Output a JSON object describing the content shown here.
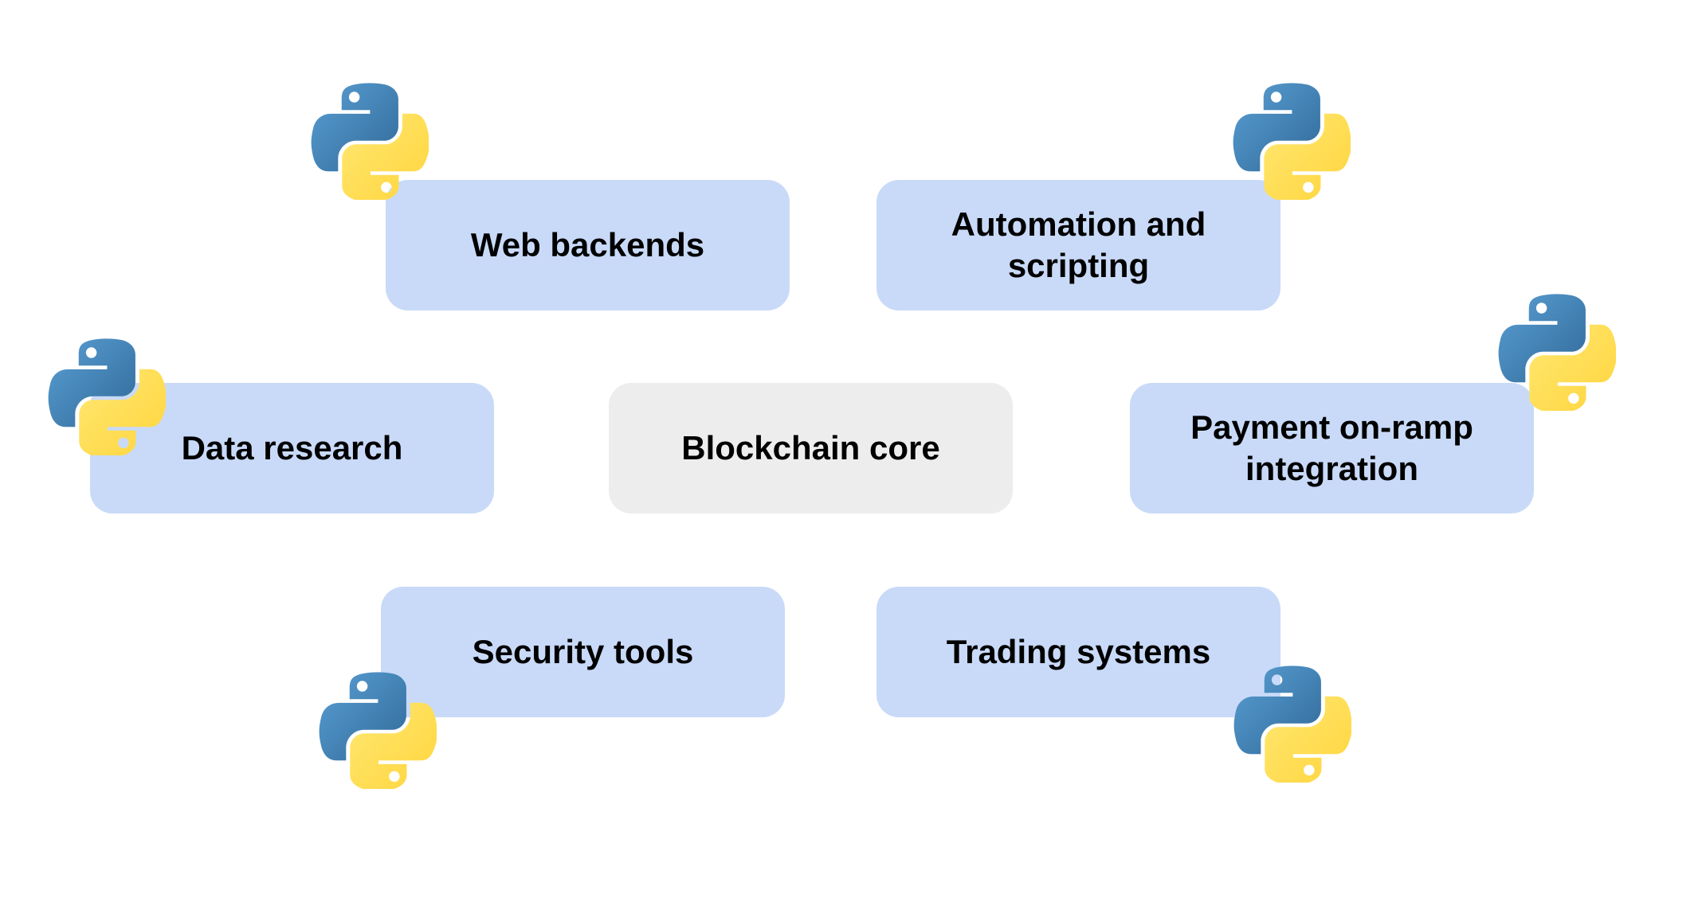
{
  "diagram": {
    "center": {
      "label": "Blockchain core",
      "color": "#EDEDED"
    },
    "nodes": [
      {
        "id": "web-backends",
        "label": "Web backends",
        "icon": "python-logo-icon"
      },
      {
        "id": "automation-scripting",
        "label": "Automation and scripting",
        "icon": "python-logo-icon"
      },
      {
        "id": "data-research",
        "label": "Data research",
        "icon": "python-logo-icon"
      },
      {
        "id": "payment-on-ramp",
        "label": "Payment on-ramp integration",
        "icon": "python-logo-icon"
      },
      {
        "id": "security-tools",
        "label": "Security tools",
        "icon": "python-logo-icon"
      },
      {
        "id": "trading-systems",
        "label": "Trading systems",
        "icon": "python-logo-icon"
      }
    ],
    "colors": {
      "node_fill": "#C9DAF8",
      "python_blue_light": "#5A9FD4",
      "python_blue_dark": "#306998",
      "python_yellow_light": "#FFE873",
      "python_yellow_dark": "#FFD43B",
      "text": "#000000"
    }
  }
}
